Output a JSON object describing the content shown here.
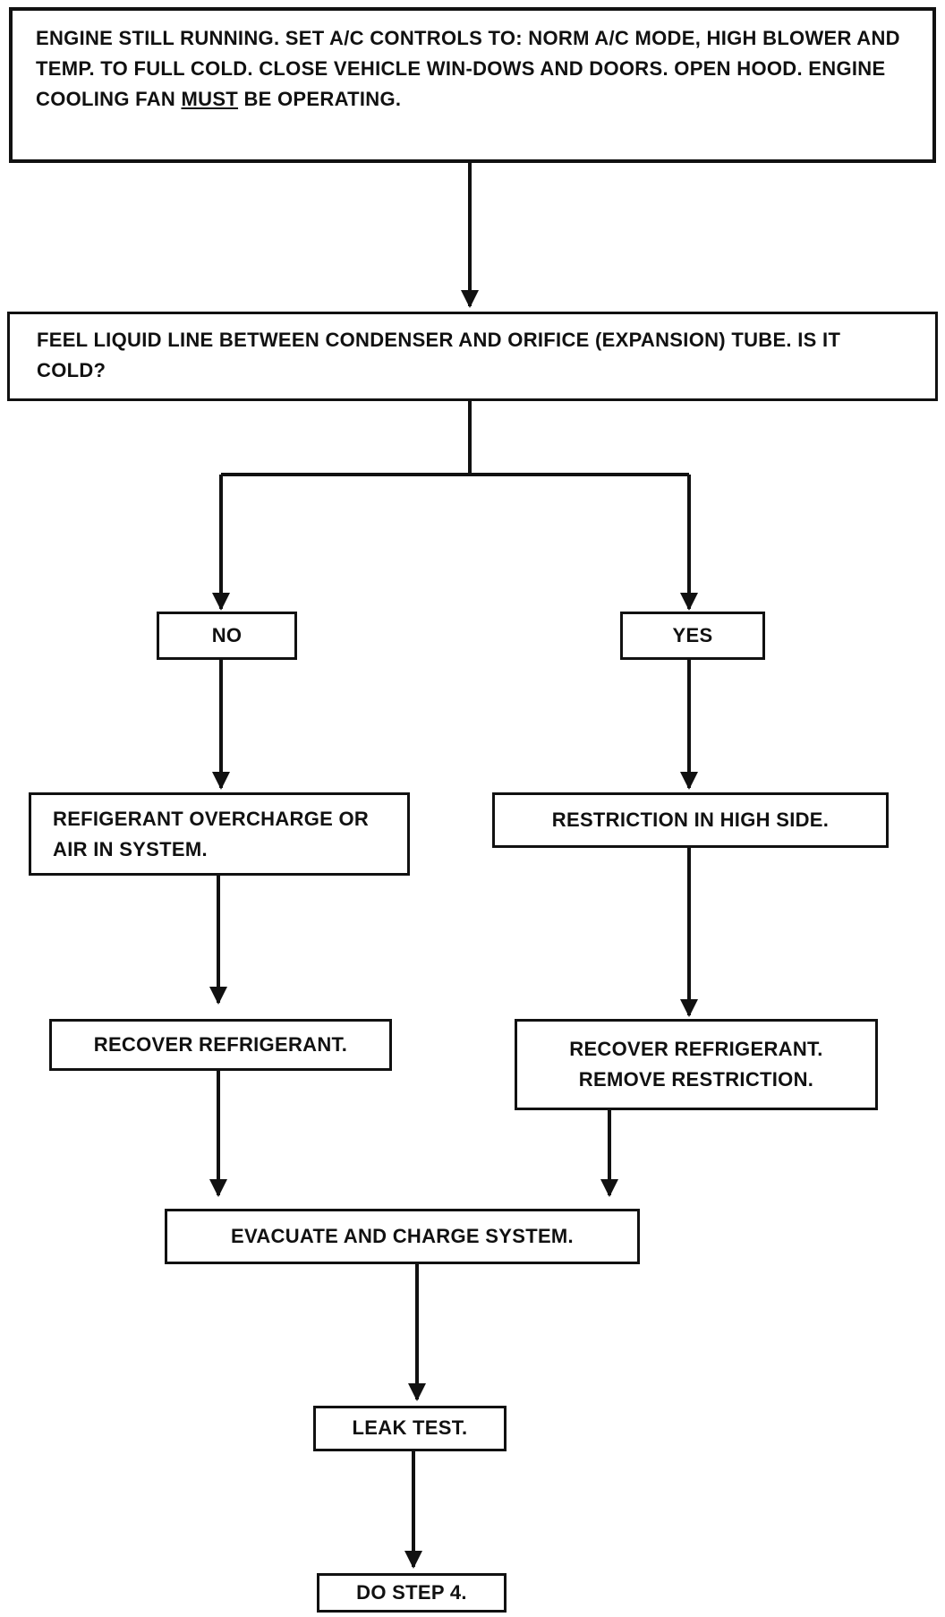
{
  "steps": {
    "start_a": "ENGINE STILL RUNNING. SET A/C CONTROLS TO: NORM A/C MODE, HIGH BLOWER AND TEMP. TO FULL COLD. CLOSE VEHICLE WIN-DOWS AND DOORS. OPEN HOOD. ENGINE COOLING FAN ",
    "start_must": "MUST",
    "start_b": " BE OPERATING.",
    "question": "FEEL LIQUID LINE BETWEEN CONDENSER AND ORIFICE (EXPANSION) TUBE. IS IT COLD?",
    "no": "NO",
    "yes": "YES",
    "no_result": "REFIGERANT OVERCHARGE OR AIR IN SYSTEM.",
    "yes_result": "RESTRICTION IN HIGH SIDE.",
    "no_action": "RECOVER REFRIGERANT.",
    "yes_action_1": "RECOVER REFRIGERANT.",
    "yes_action_2": "REMOVE RESTRICTION.",
    "evacuate": "EVACUATE AND CHARGE SYSTEM.",
    "leak": "LEAK TEST.",
    "final": "DO STEP 4."
  },
  "colors": {
    "ink": "#111111",
    "paper": "#ffffff"
  }
}
